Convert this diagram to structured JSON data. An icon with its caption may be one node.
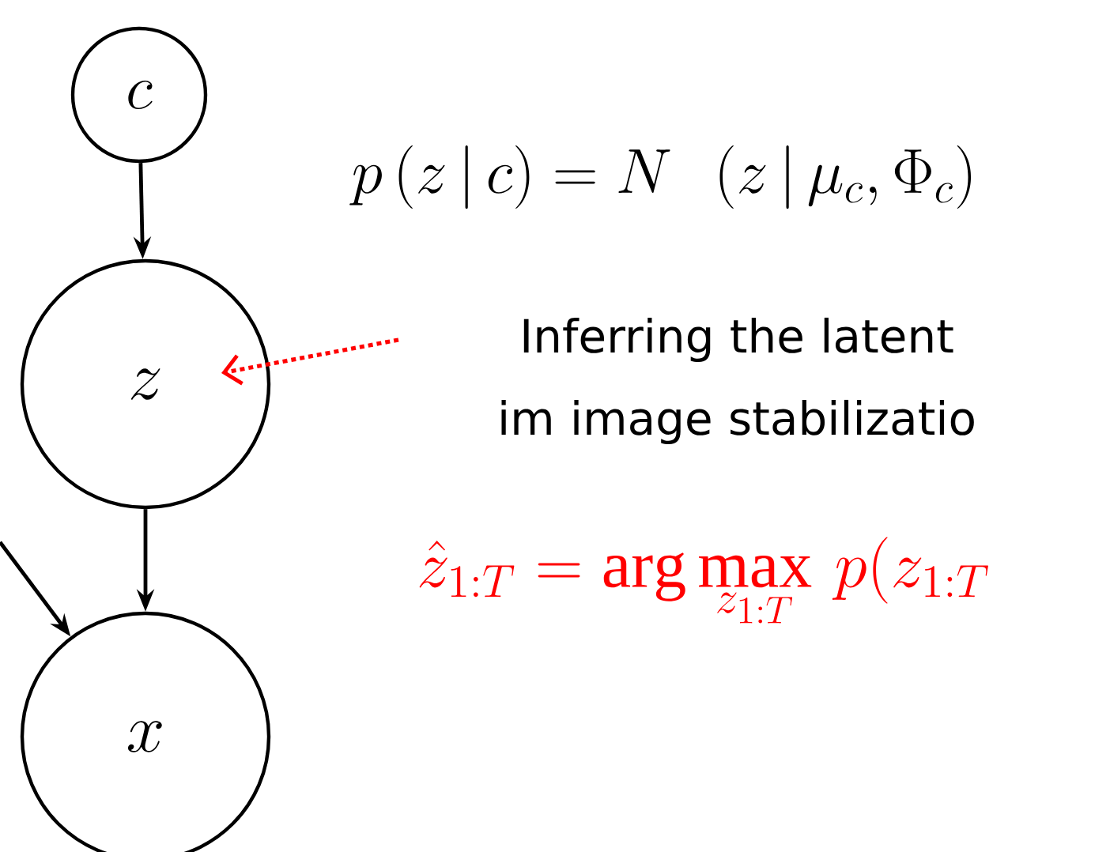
{
  "diagram": {
    "nodes": [
      {
        "text": [
          "c"
        ]
      },
      {
        "text": [
          "z"
        ]
      },
      {
        "text": [
          "x"
        ]
      },
      {
        "text": [
          "Inferring the latent im image stabilizatio"
        ]
      }
    ],
    "edges": [
      {
        "from": 0,
        "to": 1,
        "arrow": "to"
      },
      {
        "from": 1,
        "to": 2,
        "arrow": "to"
      },
      {
        "from": null,
        "to": 2,
        "arrow": "to"
      },
      {
        "from": 3,
        "to": 1,
        "arrow": "to",
        "style": "dashed",
        "color": "#ff0000"
      }
    ],
    "labels": [
      "p\\left(z\\,|\\,c\\right)=N\\ \\ \\left(z\\,|\\,\\mu_c,\\Phi_c\\right)",
      "\\hat{z}_{1:T}=\\arg\\max_{z_{1:T}}\\, p\\Big(z_{1:T}"
    ]
  }
}
